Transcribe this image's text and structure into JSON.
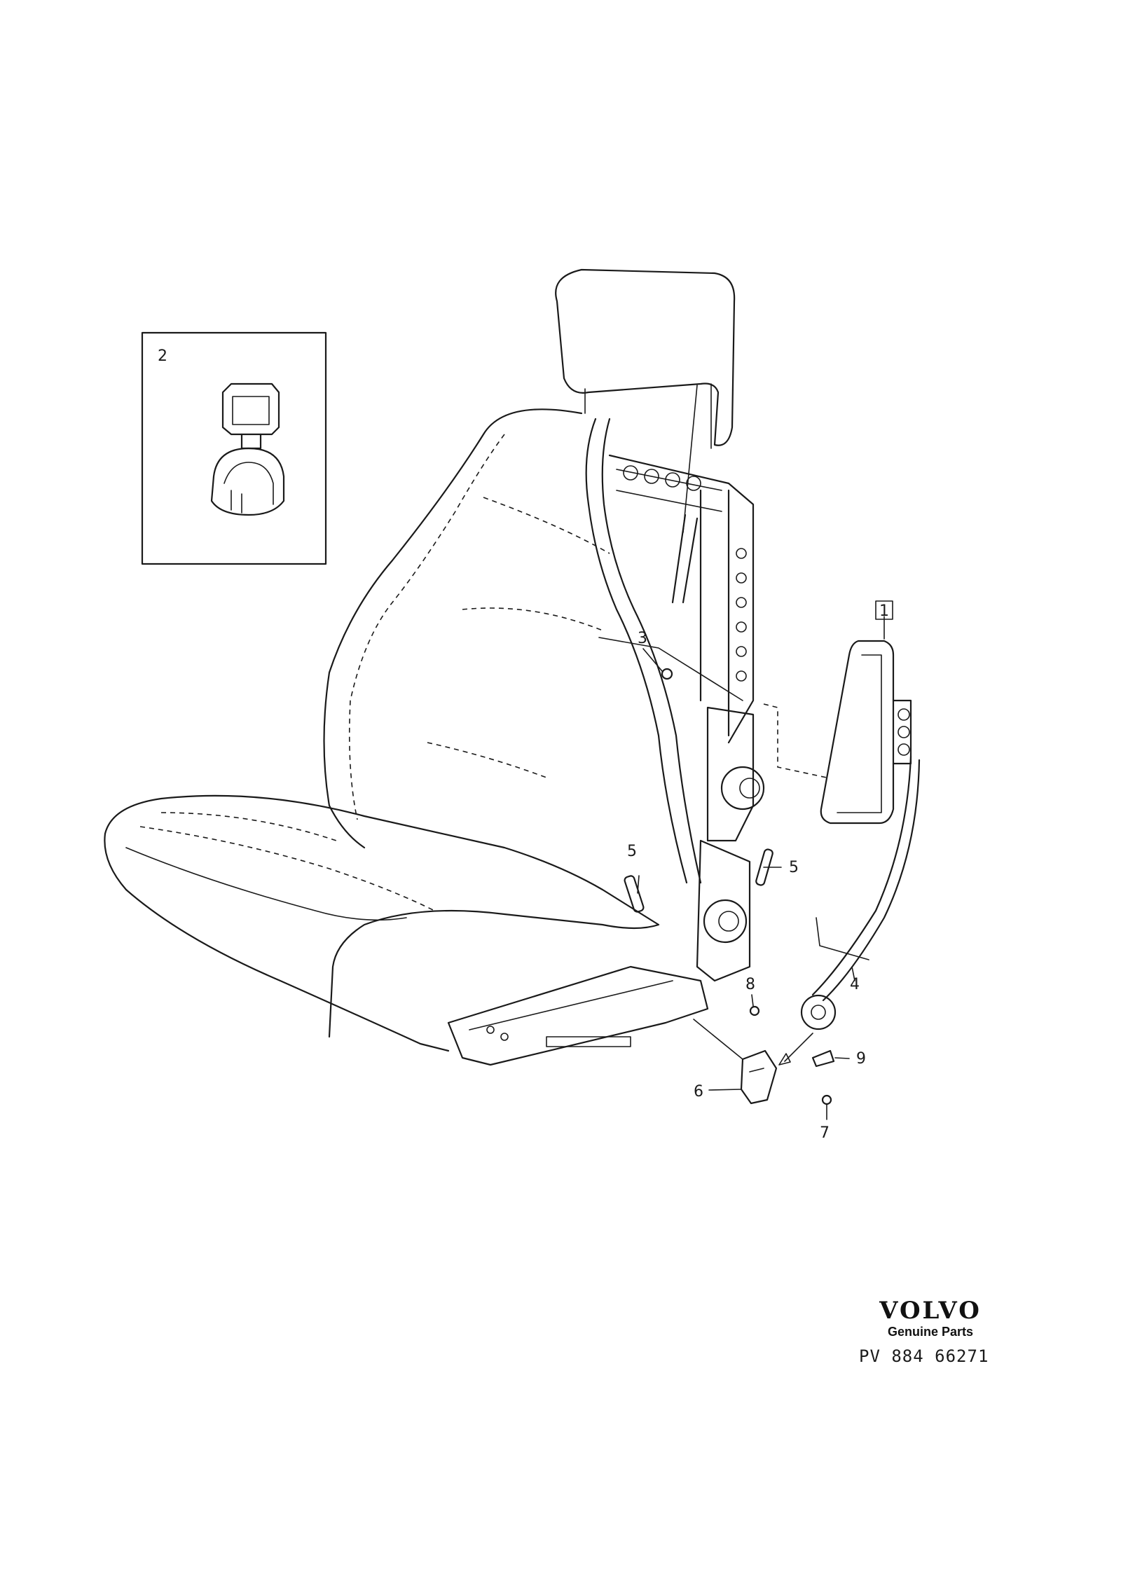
{
  "callouts": {
    "c1": "1",
    "c2": "2",
    "c3": "3",
    "c4": "4",
    "c5a": "5",
    "c5b": "5",
    "c6": "6",
    "c7": "7",
    "c8": "8",
    "c9": "9"
  },
  "footer": {
    "brand": "VOLVO",
    "subtitle": "Genuine Parts",
    "drawing_number": "PV 884  66271"
  },
  "icons": [
    "seat-illustration",
    "connector-inset-illustration",
    "airbag-module-illustration"
  ],
  "colors": {
    "ink": "#1a1a1a",
    "paper": "#ffffff"
  }
}
